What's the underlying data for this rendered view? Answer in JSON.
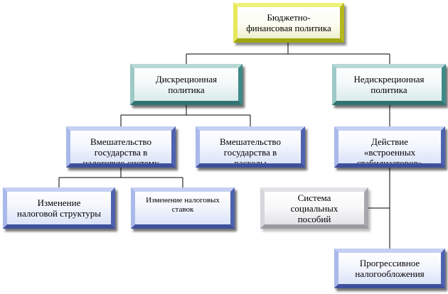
{
  "nodes": {
    "root": {
      "line1": "Бюджетно-",
      "line2": "финансовая политика"
    },
    "discretionary": {
      "line1": "Дискреционная",
      "line2": "политика"
    },
    "non_discretionary": {
      "line1": "Недискреционная",
      "line2": "политика"
    },
    "intervention_1": {
      "line1": "Вмешательство",
      "line2": "государства в",
      "line3": "налоговую систему"
    },
    "intervention_2": {
      "line1": "Вмешательство",
      "line2": "государства в",
      "line3": "расходы"
    },
    "stabilizers": {
      "line1": "Действие",
      "line2": "«встроенных",
      "line3": "стабилизаторов»"
    },
    "tax_structure": {
      "line1": "Изменение",
      "line2": "налоговой структуры"
    },
    "tax_rates": {
      "line1": "Изменение налоговых",
      "line2": "ставок"
    },
    "social_benefits": {
      "line1": "Система",
      "line2": "социальных пособий"
    },
    "progressive_tax": {
      "line1": "Прогрессивное",
      "line2": "налогообложения"
    }
  },
  "colors": {
    "root": "#e6e95a",
    "level2": "#3f8a87",
    "level3": "#4f62b0",
    "social": "#a6a6ad",
    "connector": "#000000"
  }
}
